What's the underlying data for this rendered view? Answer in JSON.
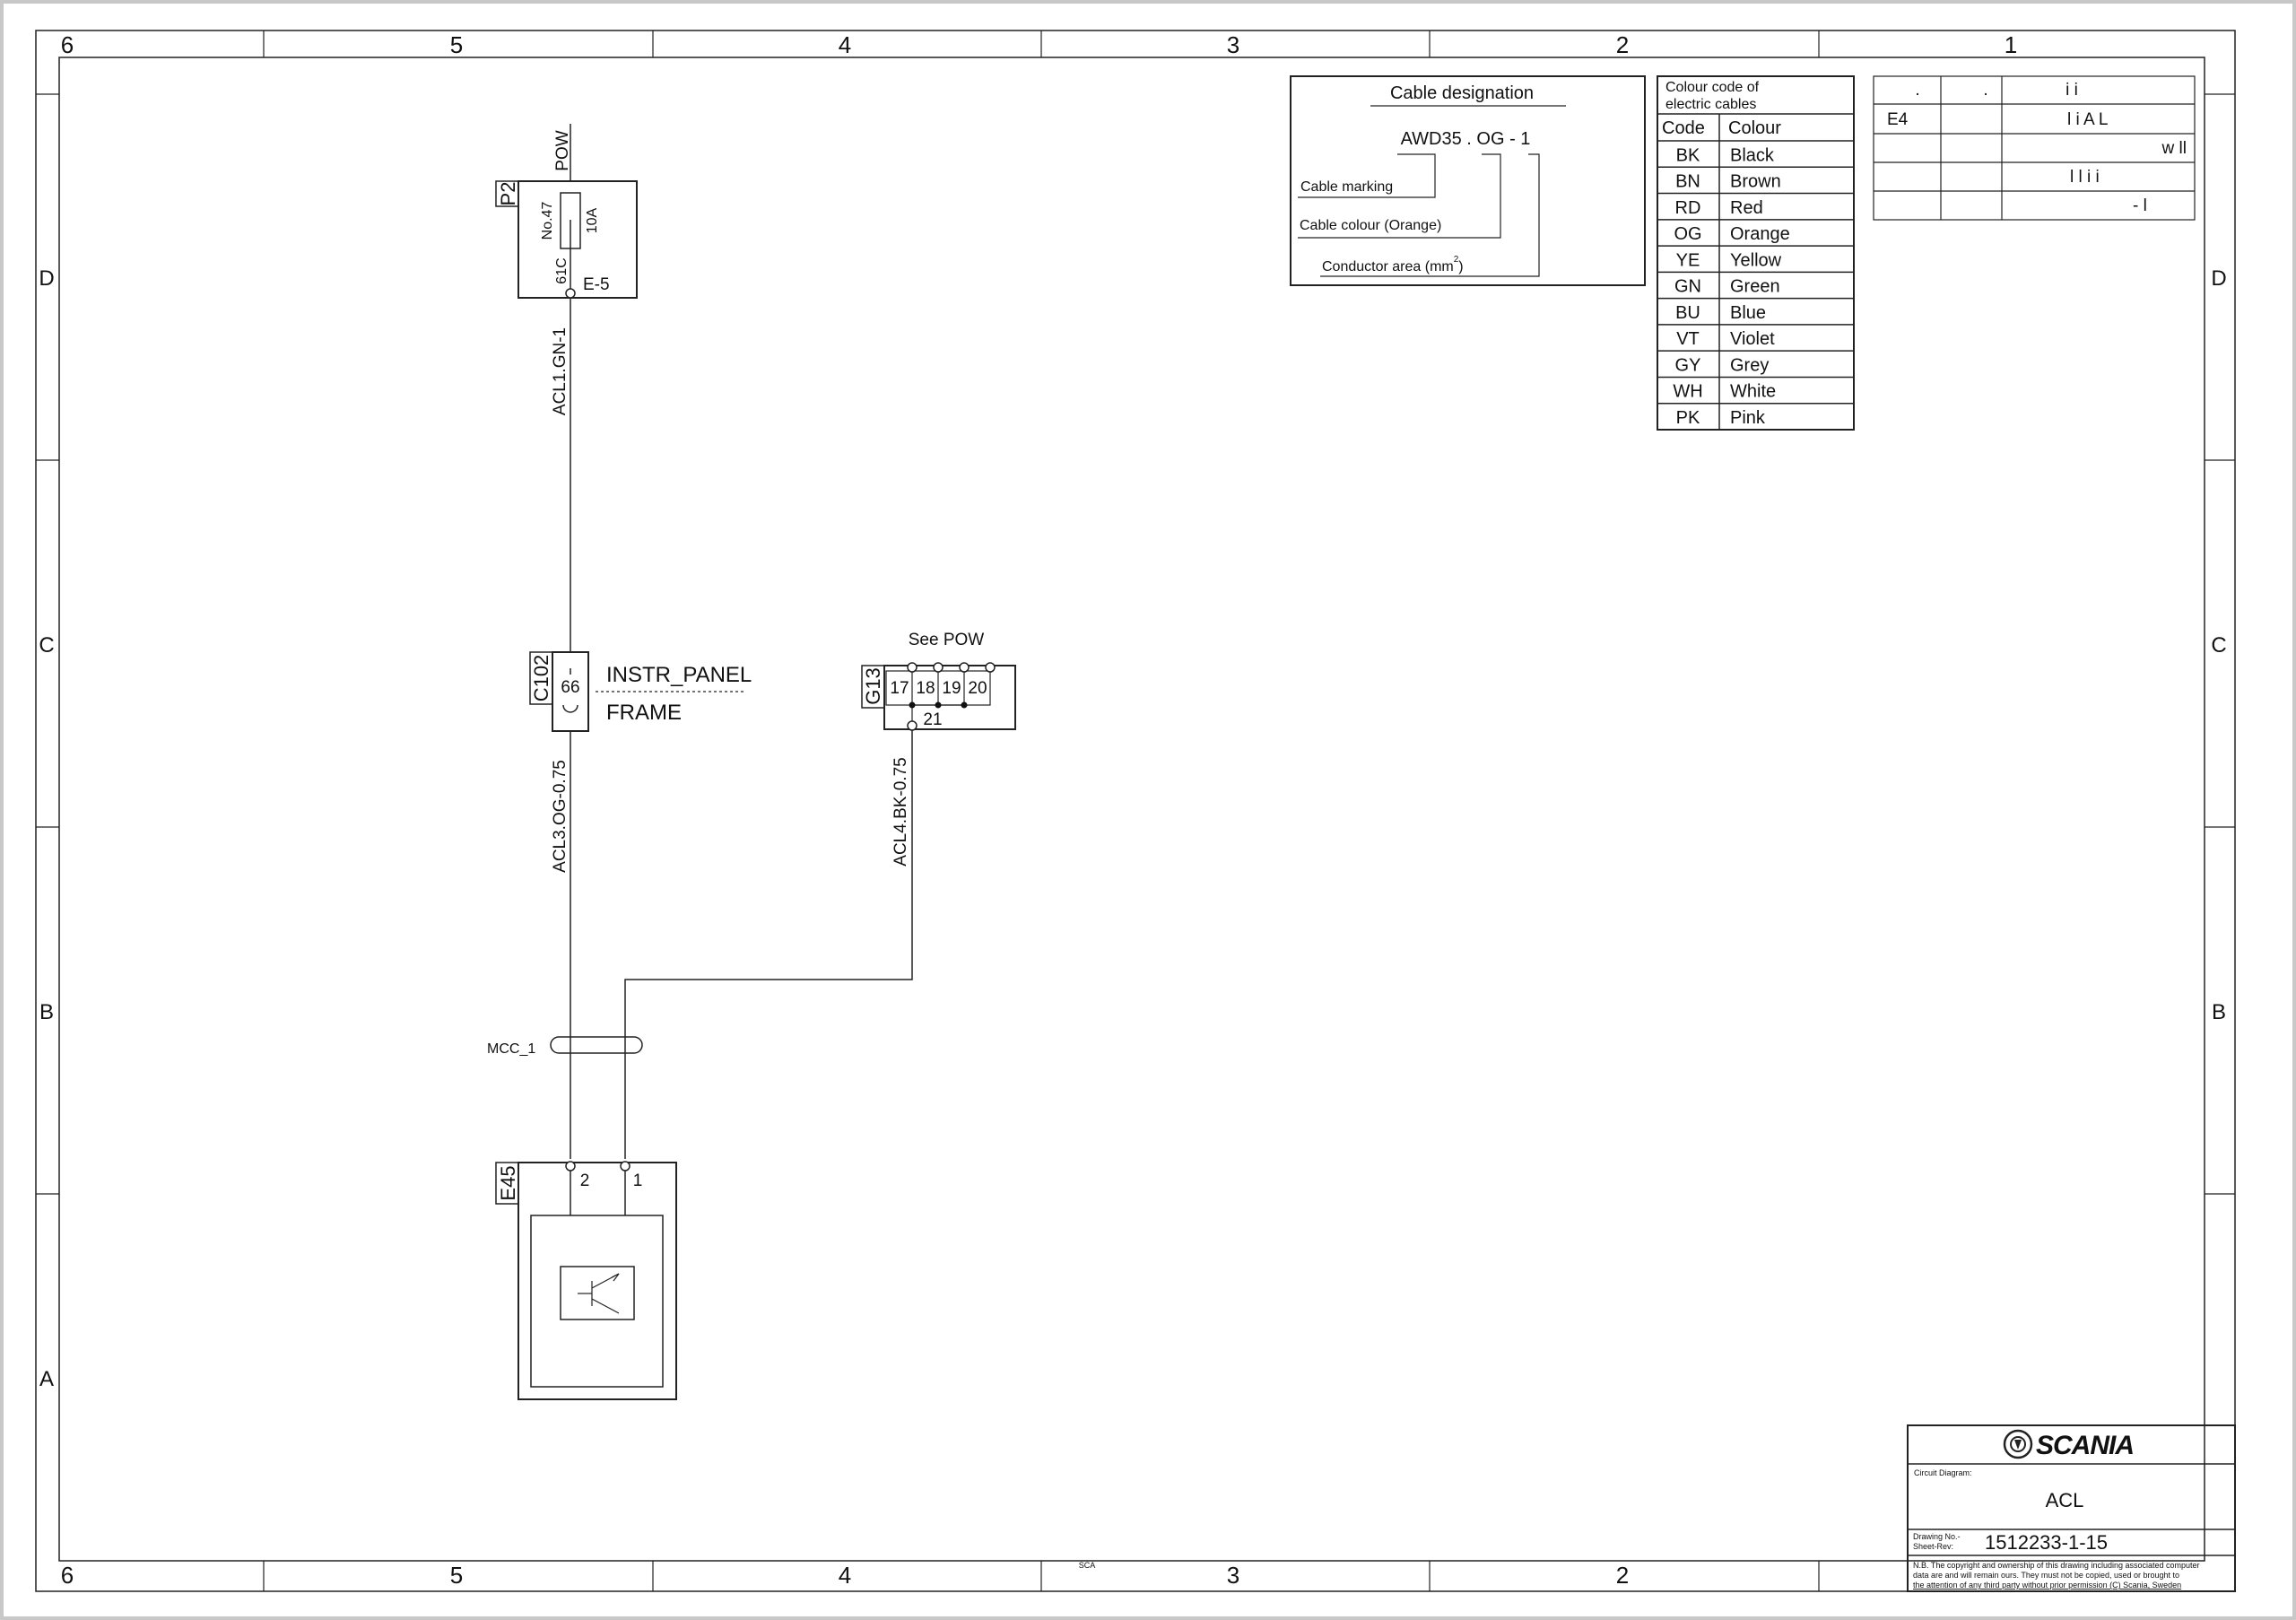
{
  "frame": {
    "top_columns": [
      "6",
      "5",
      "4",
      "3",
      "2",
      "1"
    ],
    "bottom_columns": [
      "6",
      "5",
      "4",
      "3",
      "2"
    ],
    "rows": [
      "D",
      "C",
      "B",
      "A"
    ],
    "footer_mark": "SCA"
  },
  "cable_designation": {
    "title": "Cable designation",
    "example": "AWD35 . OG  -  1",
    "cable_marking": "Cable marking",
    "cable_colour": "Cable colour (Orange)",
    "conductor_area": "Conductor area (mm",
    "conductor_area_sup": "2",
    "conductor_area_close": ")"
  },
  "colour_code": {
    "title_line1": "Colour code of",
    "title_line2": "electric cables",
    "headers": [
      "Code",
      "Colour"
    ],
    "rows": [
      [
        "BK",
        "Black"
      ],
      [
        "BN",
        "Brown"
      ],
      [
        "RD",
        "Red"
      ],
      [
        "OG",
        "Orange"
      ],
      [
        "YE",
        "Yellow"
      ],
      [
        "GN",
        "Green"
      ],
      [
        "BU",
        "Blue"
      ],
      [
        "VT",
        "Violet"
      ],
      [
        "GY",
        "Grey"
      ],
      [
        "WH",
        "White"
      ],
      [
        "PK",
        "Pink"
      ]
    ]
  },
  "legend_table": {
    "rows": [
      [
        ".",
        ".",
        "i  i"
      ],
      [
        "E4",
        "",
        "l     i  A  L"
      ],
      [
        "",
        "",
        "w  ll"
      ],
      [
        "",
        "",
        "l  l        i        i"
      ],
      [
        "",
        "",
        "-    l"
      ]
    ]
  },
  "diagram": {
    "p2": {
      "label": "P2",
      "pow": "POW",
      "fuse_no": "No.47",
      "rating": "10A",
      "pin": "61C",
      "ref": "E-5"
    },
    "cable_acl1": "ACL1.GN-1",
    "c102": {
      "label": "C102",
      "pin": "66",
      "name_top": "INSTR_PANEL",
      "name_bottom": "FRAME"
    },
    "g13": {
      "label": "G13",
      "see": "See POW",
      "pins": [
        "17",
        "18",
        "19",
        "20"
      ],
      "pin_bottom": "21"
    },
    "cable_acl3": "ACL3.OG-0.75",
    "cable_acl4": "ACL4.BK-0.75",
    "mcc": "MCC_1",
    "e45": {
      "label": "E45",
      "pins": [
        "2",
        "1"
      ]
    }
  },
  "title_block": {
    "logo": "SCANIA",
    "circuit_label": "Circuit Diagram:",
    "circuit_name": "ACL",
    "drawing_label_1": "Drawing No.-",
    "drawing_label_2": "Sheet-Rev:",
    "drawing_no": "1512233-1-15",
    "note_1": "N.B. The copyright and ownership of this drawing including associated computer",
    "note_2": "data are and will remain ours. They must not be copied, used or brought to",
    "note_3": "the attention of any third party without prior permission (C) Scania, Sweden"
  }
}
